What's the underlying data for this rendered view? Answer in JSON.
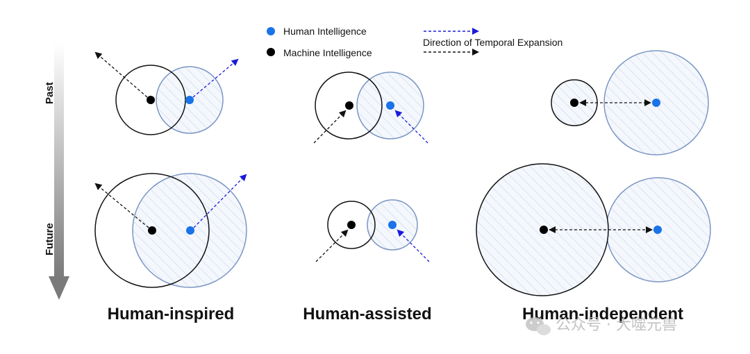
{
  "legend": {
    "human_label": "Human Intelligence",
    "machine_label": "Machine Intelligence",
    "direction_label": "Direction of Temporal Expansion"
  },
  "time_axis": {
    "past_label": "Past",
    "future_label": "Future"
  },
  "panels": [
    {
      "title": "Human-inspired"
    },
    {
      "title": "Human-assisted"
    },
    {
      "title": "Human-independent"
    }
  ],
  "watermark": {
    "text": "公众号 · 大噬元兽"
  },
  "colors": {
    "human": "#1a73e8",
    "human_circle_stroke": "#7b96c4",
    "human_hatch": "#c9d6ec",
    "machine": "#000000",
    "arrow_human": "#1a1adb",
    "arrow_machine": "#111111"
  }
}
